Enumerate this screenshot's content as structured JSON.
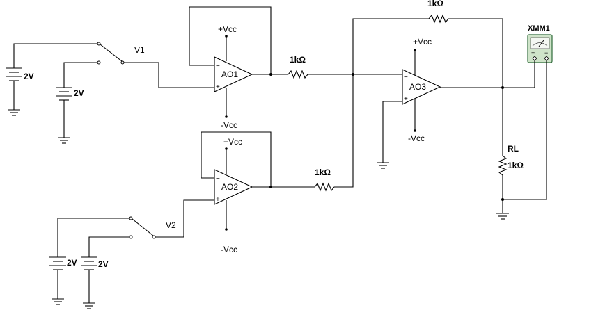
{
  "opamps": {
    "ao1": {
      "name": "AO1",
      "vplus": "+Vcc",
      "vminus": "-Vcc",
      "in_minus": "−",
      "in_plus": "+"
    },
    "ao2": {
      "name": "AO2",
      "vplus": "+Vcc",
      "vminus": "-Vcc",
      "in_minus": "−",
      "in_plus": "+"
    },
    "ao3": {
      "name": "AO3",
      "vplus": "+Vcc",
      "vminus": "-Vcc",
      "in_minus": "−",
      "in_plus": "+"
    }
  },
  "resistors": {
    "r1": "1kΩ",
    "r2": "1kΩ",
    "rf": "1kΩ",
    "rl_name": "RL",
    "rl_value": "1kΩ"
  },
  "switches": {
    "sw1": "V1",
    "sw2": "V2"
  },
  "batteries": {
    "b1": "2V",
    "b2": "2V",
    "b3": "2V",
    "b4": "2V"
  },
  "multimeter": {
    "name": "XMM1",
    "plus": "+",
    "minus": "−"
  },
  "colors": {
    "wire": "#000000",
    "meter_body": "#cfe4c9",
    "meter_border": "#2f6b3a"
  }
}
